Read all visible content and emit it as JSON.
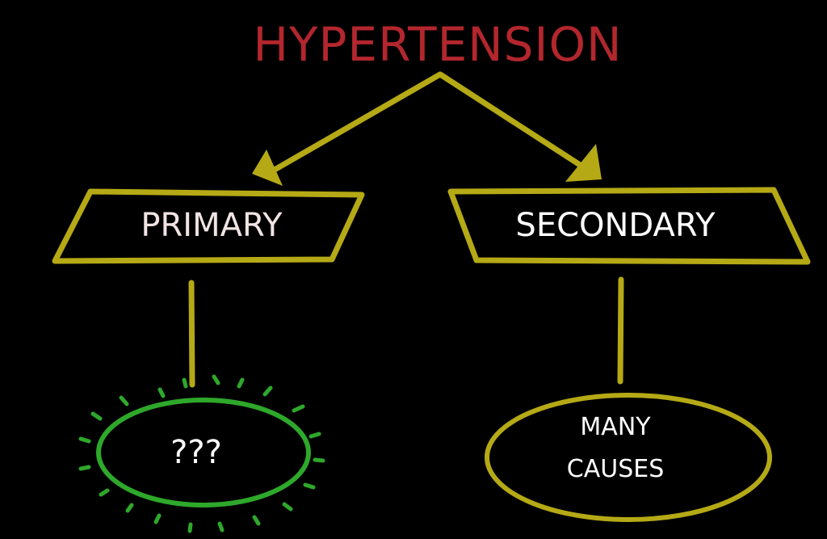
{
  "title": "HYPERTENSION",
  "nodes": {
    "primary": {
      "label": "PRIMARY",
      "cause": "???"
    },
    "secondary": {
      "label": "SECONDARY",
      "cause_line1": "MANY",
      "cause_line2": "CAUSES"
    }
  },
  "colors": {
    "background": "#000000",
    "title": "#b3262d",
    "stroke": "#b5a916",
    "highlight": "#2ea82a",
    "text": "#ffffff",
    "primary_text": "#f2e4e4"
  }
}
